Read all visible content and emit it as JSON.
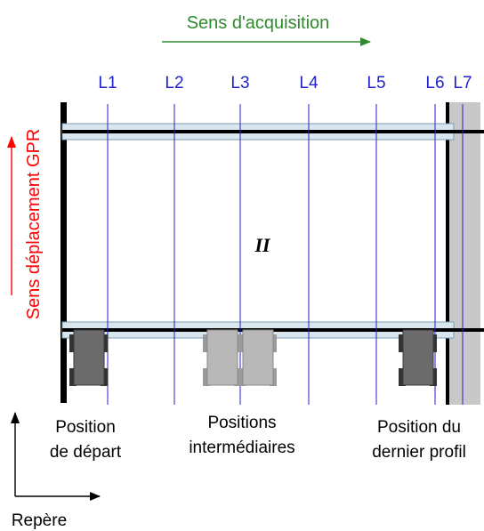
{
  "acquisition": {
    "label": "Sens d'acquisition",
    "color": "#2e8b2e"
  },
  "gpr_motion": {
    "label": "Sens déplacement GPR",
    "color": "#ff0000"
  },
  "lines": {
    "color": "#2222cc",
    "items": [
      {
        "id": "l1",
        "label": "L1"
      },
      {
        "id": "l2",
        "label": "L2"
      },
      {
        "id": "l3",
        "label": "L3"
      },
      {
        "id": "l4",
        "label": "L4"
      },
      {
        "id": "l5",
        "label": "L5"
      },
      {
        "id": "l6",
        "label": "L6"
      },
      {
        "id": "l7",
        "label": "L7"
      }
    ]
  },
  "zone_label": "II",
  "positions": {
    "start": {
      "line1": "Position",
      "line2": "de départ"
    },
    "intermediate": {
      "line1": "Positions",
      "line2": "intermédiaires"
    },
    "last": {
      "line1": "Position du",
      "line2": "dernier profil"
    }
  },
  "frame_label": "Repère"
}
